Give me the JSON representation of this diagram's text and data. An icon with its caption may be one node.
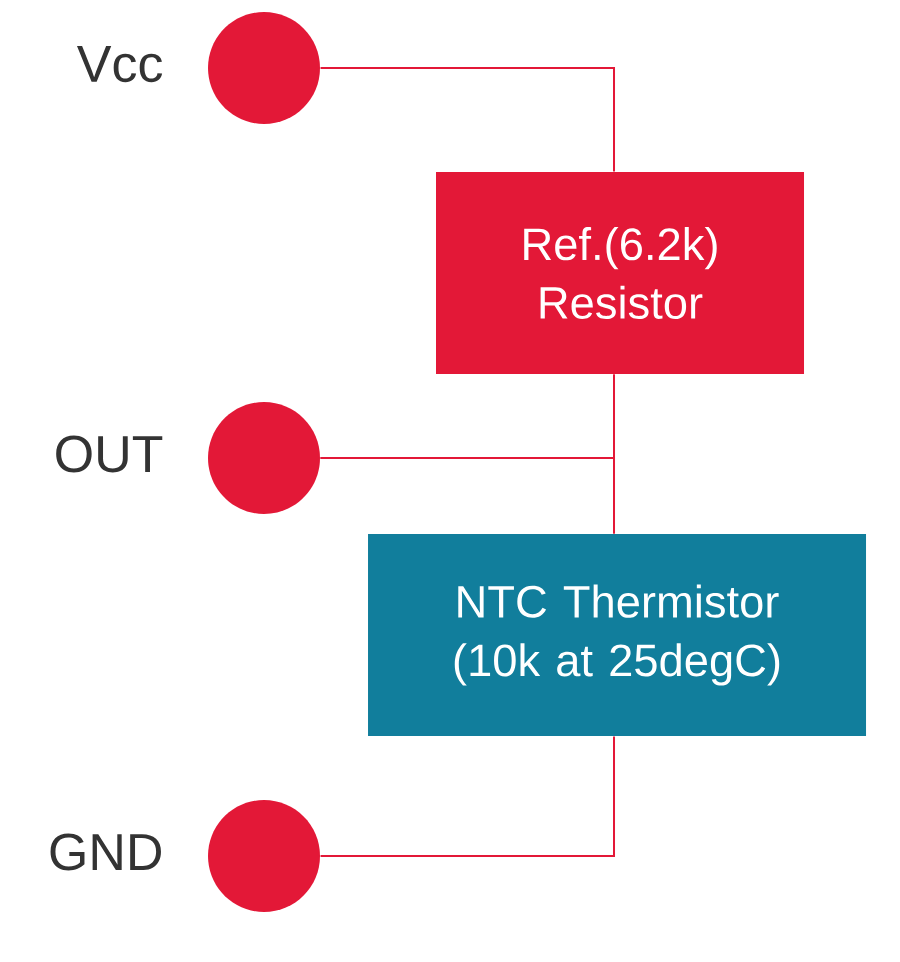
{
  "diagram": {
    "nodes": [
      {
        "text": [],
        "shape": "circle",
        "beside": [
          "Vcc"
        ]
      },
      {
        "text": [
          "Ref.(6.2k) Resistor"
        ]
      },
      {
        "text": [],
        "shape": "circle",
        "beside": [
          "OUT"
        ]
      },
      {
        "text": [
          "NTC Thermistor (10k at 25degC)"
        ]
      },
      {
        "text": [],
        "shape": "circle",
        "beside": [
          "GND"
        ]
      }
    ],
    "edges": [
      {
        "from": 0,
        "to": 1,
        "arrow": "none"
      },
      {
        "from": 1,
        "to": 3,
        "arrow": "none"
      },
      {
        "from": 2,
        "to": 1,
        "arrow": "none"
      },
      {
        "from": 2,
        "to": 3,
        "arrow": "none"
      },
      {
        "from": 3,
        "to": 4,
        "arrow": "none"
      }
    ]
  }
}
